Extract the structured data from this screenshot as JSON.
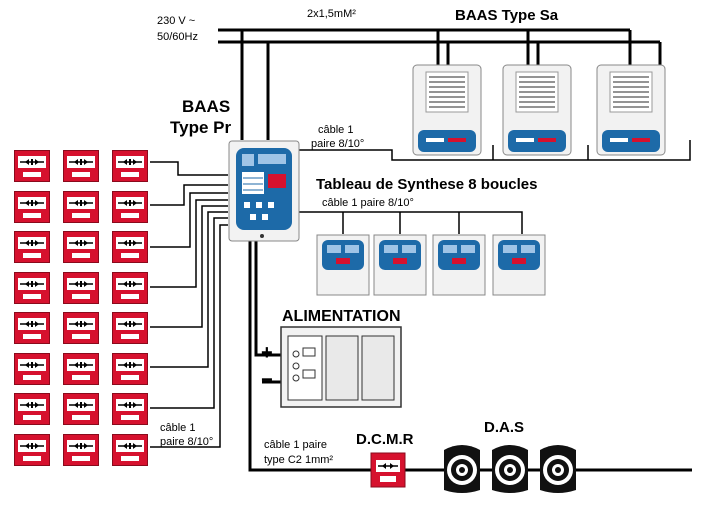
{
  "power": {
    "voltage": "230 V ~",
    "frequency": "50/60Hz",
    "cable": "2x1,5mM²"
  },
  "baas_sa": {
    "title": "BAAS Type Sa",
    "count": 3
  },
  "baas_pr": {
    "title_line1": "BAAS",
    "title_line2": "Type Pr"
  },
  "cable_to_sa": {
    "line1": "câble 1",
    "line2": "paire 8/10°"
  },
  "synthesis": {
    "title": "Tableau de Synthese 8 boucles",
    "cable": "câble 1 paire 8/10°",
    "count": 4
  },
  "alimentation": {
    "title": "ALIMENTATION",
    "plus": "+",
    "minus": "−"
  },
  "call_points": {
    "rows": 8,
    "cols": 3,
    "cable_line1": "câble 1",
    "cable_line2": "paire 8/10°"
  },
  "dcmr": {
    "title": "D.C.M.R",
    "cable_line1": "câble 1 paire",
    "cable_line2": "type C2 1mm²"
  },
  "das": {
    "title": "D.A.S",
    "count": 3
  },
  "colors": {
    "red": "#d6112e",
    "blue": "#1d6aa8",
    "panel": "#f2f2f2",
    "wire": "#000000"
  }
}
